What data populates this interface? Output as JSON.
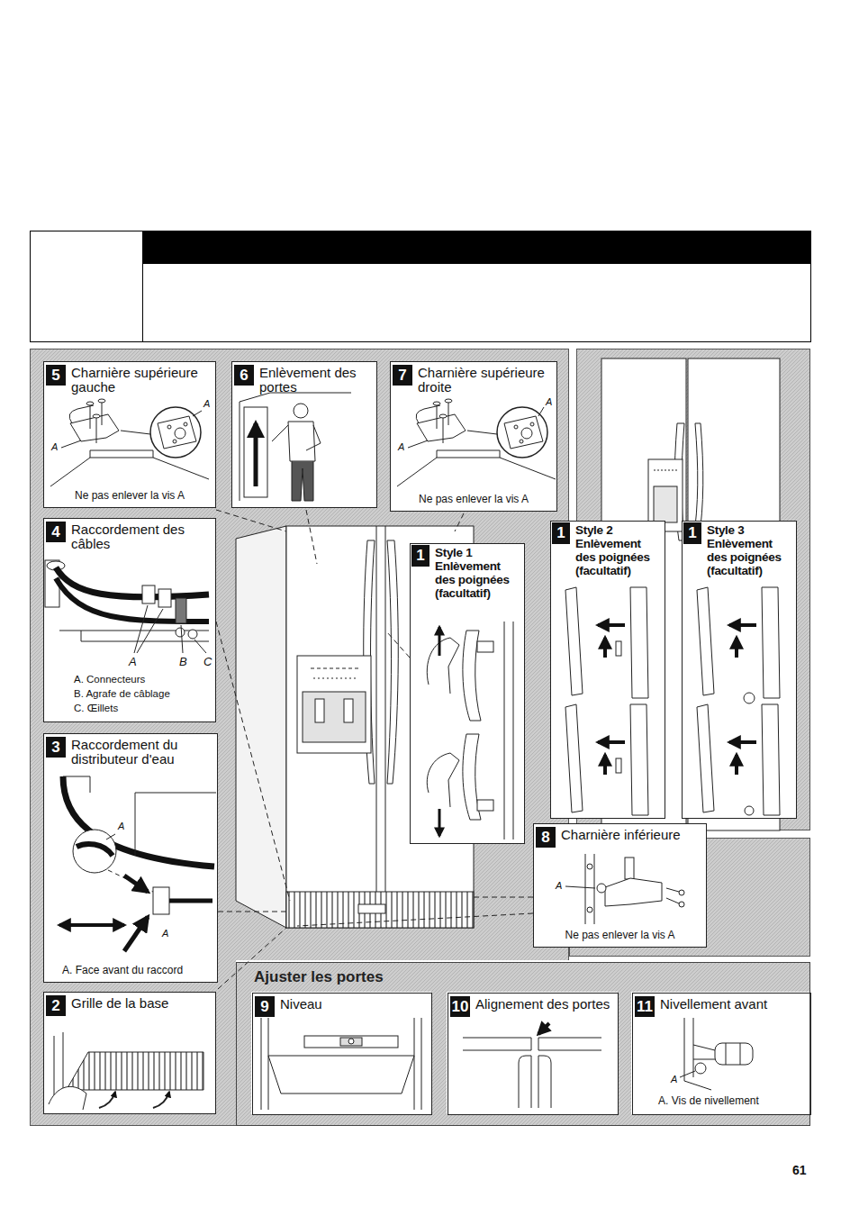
{
  "diagram": {
    "nodes": [
      {
        "text": [
          "5",
          "Charnière supérieure gauche",
          "Ne pas enlever la vis A"
        ]
      },
      {
        "text": [
          "6",
          "Enlèvement des portes"
        ]
      },
      {
        "text": [
          "7",
          "Charnière supérieure droite",
          "Ne pas enlever la vis A"
        ]
      },
      {
        "text": [
          "4",
          "Raccordement des câbles"
        ]
      },
      {
        "text": [
          "1",
          "Style 1 Enlèvement des poignées (facultatif)"
        ]
      },
      {
        "text": [
          "1",
          "Style 2 Enlèvement des poignées (facultatif)"
        ]
      },
      {
        "text": [
          "1",
          "Style 3 Enlèvement des poignées (facultatif)"
        ]
      },
      {
        "text": [
          "3",
          "Raccordement du distributeur d'eau"
        ]
      },
      {
        "text": [
          "8",
          "Charnière inférieure",
          "Ne pas enlever la vis A"
        ]
      },
      {
        "text": [
          "2",
          "Grille de la base"
        ]
      },
      {
        "text": [
          "Ajuster les portes"
        ]
      },
      {
        "text": [
          "9",
          "Niveau"
        ],
        "in": 10
      },
      {
        "text": [
          "10",
          "Alignement des portes"
        ],
        "in": 10
      },
      {
        "text": [
          "11",
          "Nivellement avant"
        ],
        "in": 10
      }
    ],
    "labels": [
      "A",
      "A",
      "A",
      "A",
      "A",
      "B",
      "C",
      "A. Connecteurs",
      "B. Agrafe de câblage",
      "C. Œillets",
      "A",
      "A",
      "A. Face avant du raccord",
      "A",
      "A",
      "A. Vis de nivellement",
      "61"
    ]
  }
}
